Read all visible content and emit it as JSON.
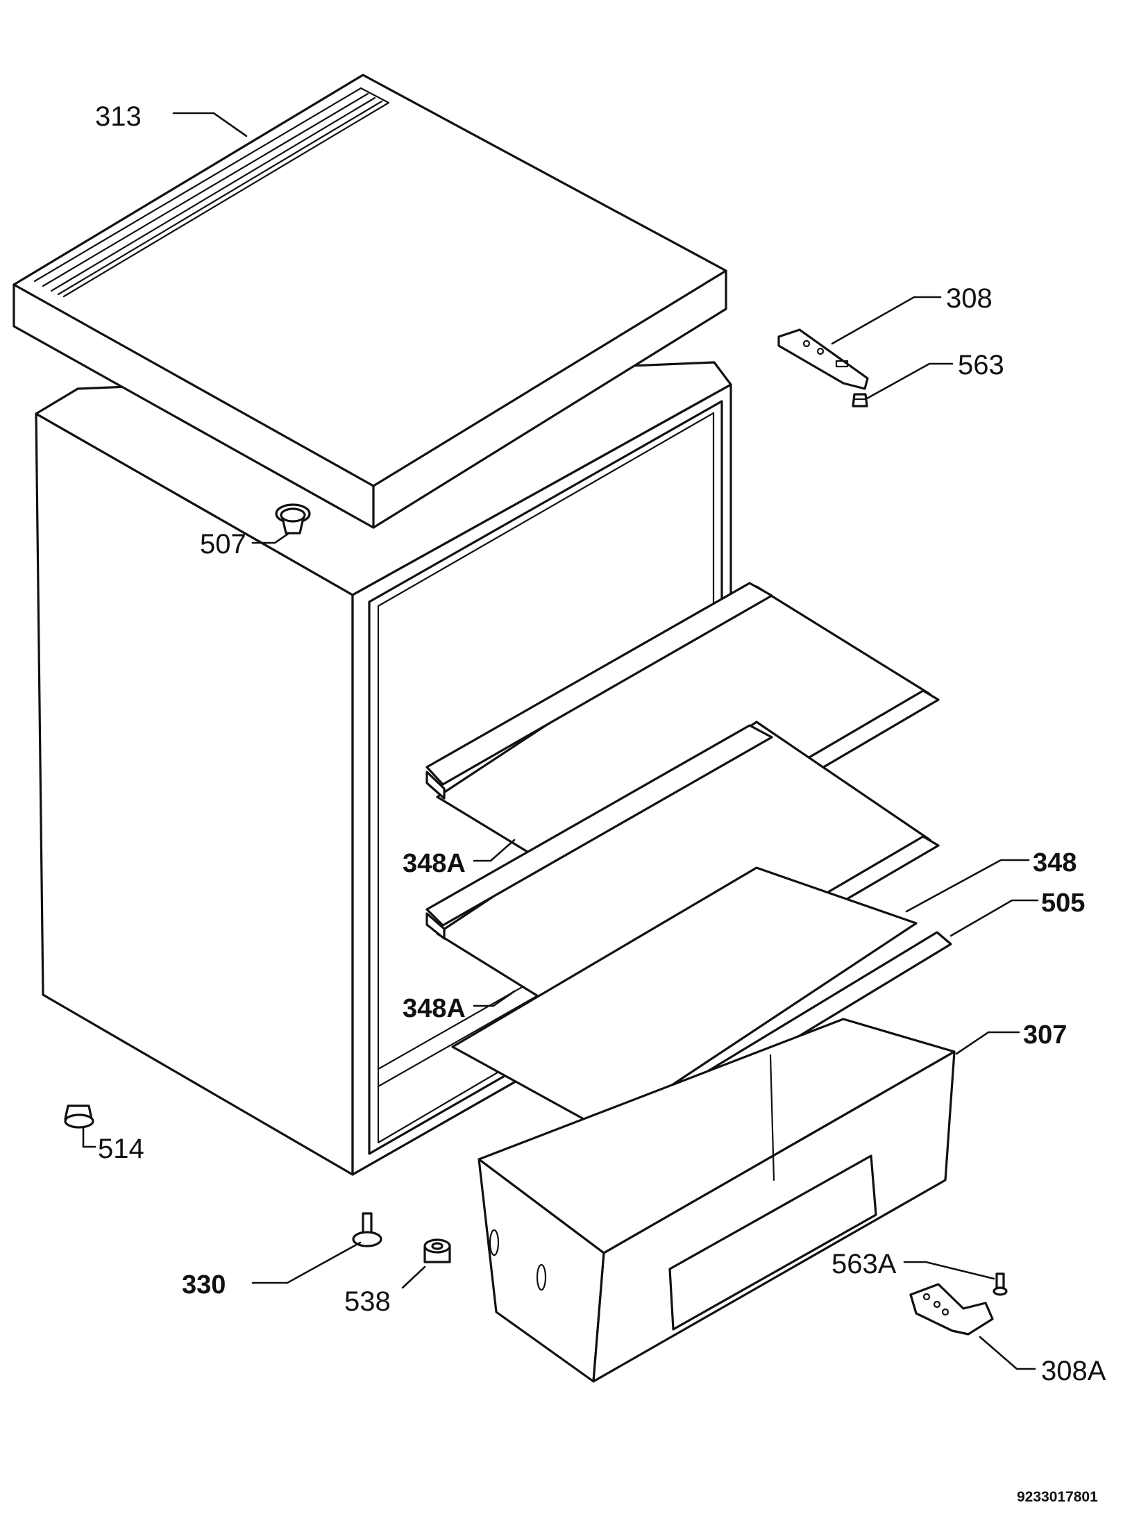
{
  "labels": {
    "p313": "313",
    "p308": "308",
    "p563": "563",
    "p507": "507",
    "p348a_upper": "348A",
    "p348": "348",
    "p505": "505",
    "p348a_lower": "348A",
    "p307": "307",
    "p514": "514",
    "p330": "330",
    "p538": "538",
    "p563a": "563A",
    "p308a": "308A"
  },
  "drawing_number": "9233017801"
}
